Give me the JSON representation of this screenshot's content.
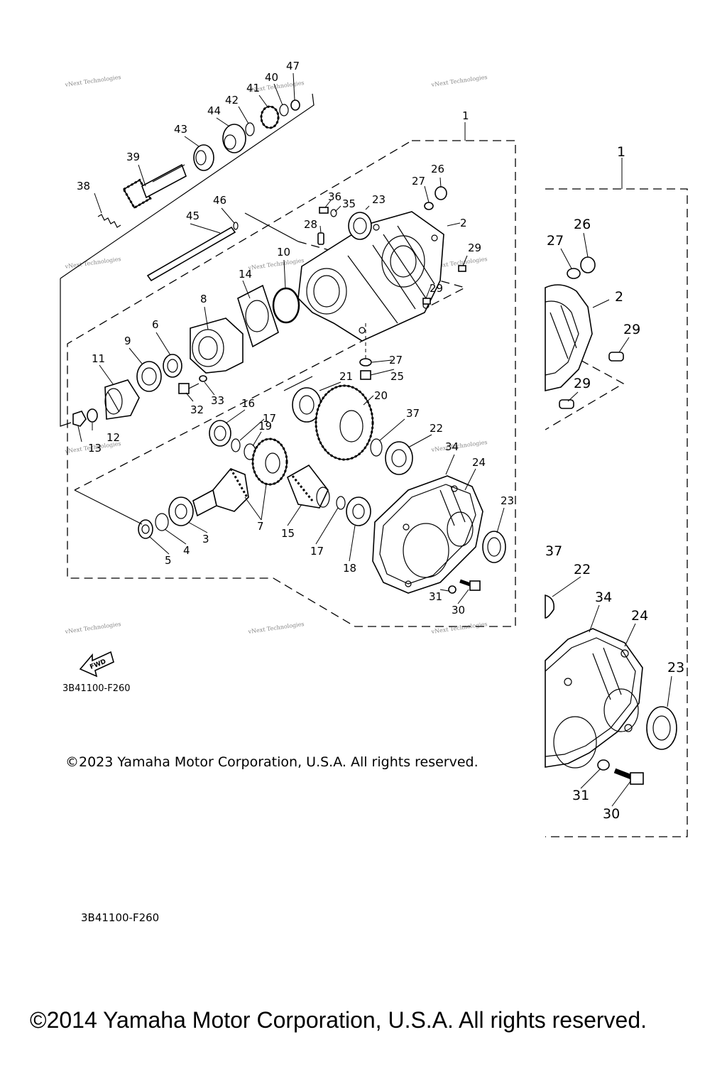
{
  "diagram": {
    "drawing_code": "3B41100-F260",
    "copyright_2023": "©2023 Yamaha Motor Corporation, U.S.A. All rights reserved.",
    "copyright_2014": "©2014 Yamaha Motor Corporation, U.S.A. All rights reserved.",
    "fwd_label": "FWD",
    "watermark": "vNext Technologies",
    "callouts_main": [
      "1",
      "2",
      "3",
      "4",
      "5",
      "6",
      "7",
      "8",
      "9",
      "10",
      "11",
      "12",
      "13",
      "14",
      "15",
      "16",
      "17",
      "17",
      "18",
      "19",
      "20",
      "21",
      "22",
      "23",
      "23",
      "24",
      "25",
      "26",
      "27",
      "27",
      "28",
      "29",
      "29",
      "30",
      "31",
      "32",
      "33",
      "34",
      "35",
      "36",
      "37",
      "38",
      "39",
      "40",
      "41",
      "42",
      "43",
      "44",
      "45",
      "46",
      "47"
    ],
    "callouts_inset": [
      "1",
      "2",
      "26",
      "27",
      "29",
      "29",
      "37",
      "22",
      "34",
      "24",
      "23",
      "31",
      "30"
    ]
  }
}
